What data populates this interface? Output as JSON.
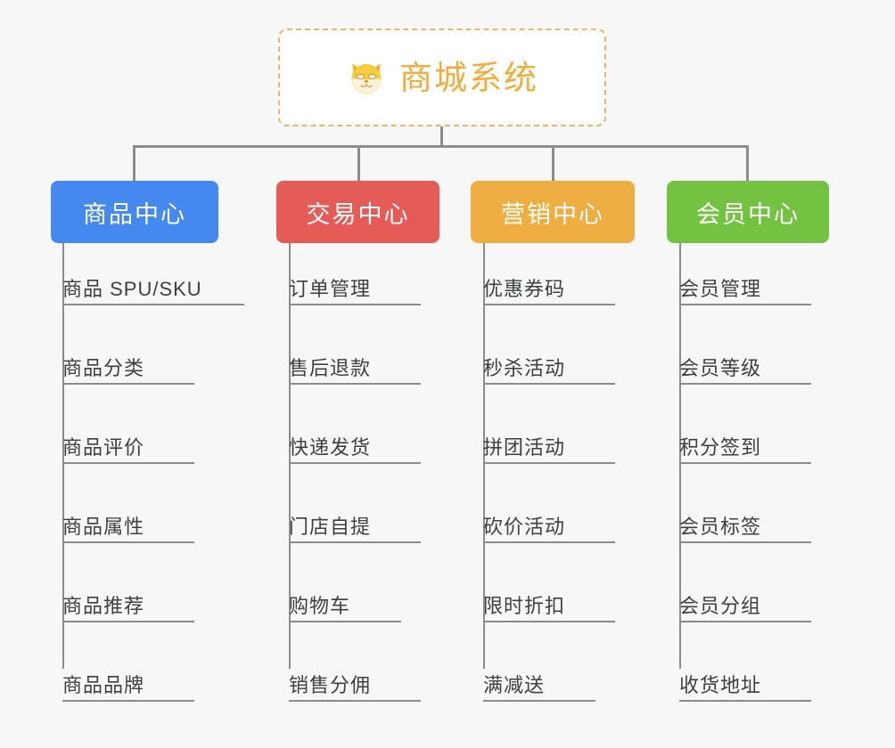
{
  "page": {
    "background_color": "#f7f7f7",
    "line_color": "#8c8c8c",
    "text_color": "#3c4043"
  },
  "root": {
    "title": "商城系统",
    "icon": "shiba-dog-icon",
    "border_color": "#e9b767",
    "text_color": "#f0ad3e",
    "background_color": "#ffffff"
  },
  "columns": [
    {
      "title": "商品中心",
      "color": "#4589f0",
      "items": [
        "商品 SPU/SKU",
        "商品分类",
        "商品评价",
        "商品属性",
        "商品推荐",
        "商品品牌"
      ]
    },
    {
      "title": "交易中心",
      "color": "#e55b58",
      "items": [
        "订单管理",
        "售后退款",
        "快递发货",
        "门店自提",
        "购物车",
        "销售分佣"
      ]
    },
    {
      "title": "营销中心",
      "color": "#eeae41",
      "items": [
        "优惠券码",
        "秒杀活动",
        "拼团活动",
        "砍价活动",
        "限时折扣",
        "满减送"
      ]
    },
    {
      "title": "会员中心",
      "color": "#74c242",
      "items": [
        "会员管理",
        "会员等级",
        "积分签到",
        "会员标签",
        "会员分组",
        "收货地址"
      ]
    }
  ]
}
